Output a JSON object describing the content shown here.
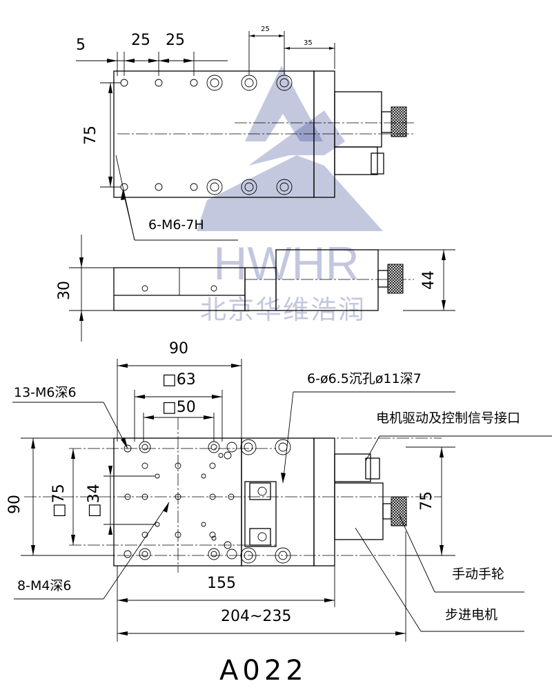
{
  "top_view": {
    "dim_5": "5",
    "dim_25_a": "25",
    "dim_25_b": "25",
    "dim_25_small": "25",
    "dim_35_small": "35",
    "dim_75": "75",
    "thread_note": "6-M6-7H"
  },
  "side_view": {
    "dim_30": "30",
    "dim_44": "44"
  },
  "bottom_view": {
    "dim_90_top": "90",
    "dim_63": "□63",
    "dim_50": "□50",
    "note_13m6": "13-M6深6",
    "note_counterbore": "6-ø6.5沉孔ø11深7",
    "note_connector": "电机驱动及控制信号接口",
    "dim_90_left": "90",
    "dim_75_sq": "□75",
    "dim_34_sq": "□34",
    "dim_75_right": "75",
    "note_handwheel": "手动手轮",
    "note_8m4": "8-M4深6",
    "dim_155": "155",
    "dim_204_235": "204~235",
    "note_stepper": "步进电机"
  },
  "model": "A022",
  "watermark": {
    "brand": "HWHR",
    "company": "北京华维浩润",
    "color": "#2c3a8c"
  }
}
